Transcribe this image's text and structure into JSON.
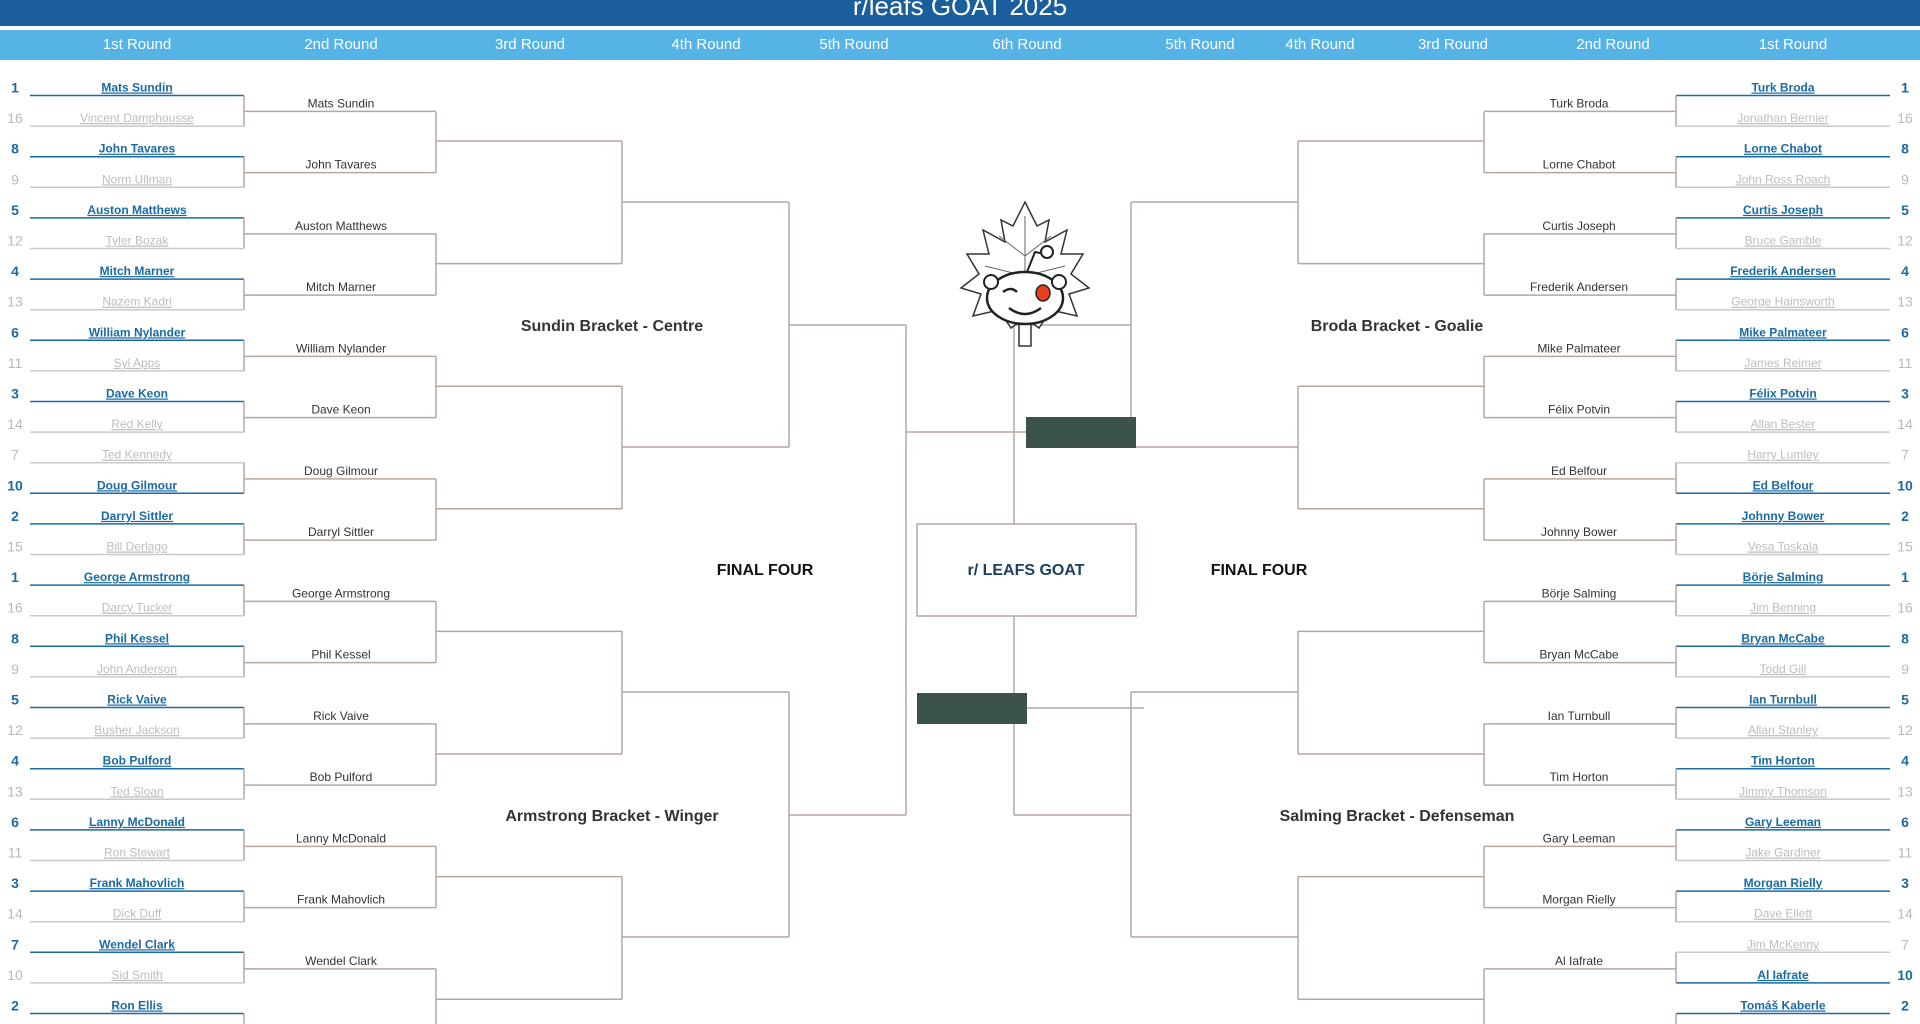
{
  "header": {
    "title": "r/leafs GOAT 2025"
  },
  "round_labels": {
    "left": [
      "1st Round",
      "2nd Round",
      "3rd Round",
      "4th Round",
      "5th Round"
    ],
    "center": "6th Round",
    "right": [
      "5th Round",
      "4th Round",
      "3rd Round",
      "2nd Round",
      "1st Round"
    ]
  },
  "regions": {
    "top_left": "Sundin Bracket - Centre",
    "bottom_left": "Armstrong Bracket - Winger",
    "top_right": "Broda Bracket - Goalie",
    "bottom_right": "Salming Bracket - Defenseman"
  },
  "final_four": {
    "left": "FINAL FOUR",
    "right": "FINAL FOUR"
  },
  "champion_box": {
    "label": "r/ LEAFS GOAT"
  },
  "colors": {
    "title_bar": "#1a5e9c",
    "round_bar": "#55b3e6",
    "winner_text": "#1a6aa3",
    "loser_text": "#bdbdbd",
    "bracket_line": "#b5a7a0",
    "finalist_box": "#3b524d"
  },
  "logo": {
    "icon": "reddit-snoo-maple-leaf-icon"
  },
  "sides": {
    "left": {
      "round1": [
        [
          {
            "seed": "1",
            "name": "Mats Sundin",
            "win": true
          },
          {
            "seed": "16",
            "name": "Vincent Damphousse",
            "win": false
          }
        ],
        [
          {
            "seed": "8",
            "name": "John Tavares",
            "win": true
          },
          {
            "seed": "9",
            "name": "Norm Ullman",
            "win": false
          }
        ],
        [
          {
            "seed": "5",
            "name": "Auston Matthews",
            "win": true
          },
          {
            "seed": "12",
            "name": "Tyler Bozak",
            "win": false
          }
        ],
        [
          {
            "seed": "4",
            "name": "Mitch Marner",
            "win": true
          },
          {
            "seed": "13",
            "name": "Nazem Kadri",
            "win": false
          }
        ],
        [
          {
            "seed": "6",
            "name": "William Nylander",
            "win": true
          },
          {
            "seed": "11",
            "name": "Syl Apps",
            "win": false
          }
        ],
        [
          {
            "seed": "3",
            "name": "Dave Keon",
            "win": true
          },
          {
            "seed": "14",
            "name": "Red Kelly",
            "win": false
          }
        ],
        [
          {
            "seed": "7",
            "name": "Ted Kennedy",
            "win": false
          },
          {
            "seed": "10",
            "name": "Doug Gilmour",
            "win": true
          }
        ],
        [
          {
            "seed": "2",
            "name": "Darryl Sittler",
            "win": true
          },
          {
            "seed": "15",
            "name": "Bill Derlago",
            "win": false
          }
        ],
        [
          {
            "seed": "1",
            "name": "George Armstrong",
            "win": true
          },
          {
            "seed": "16",
            "name": "Darcy Tucker",
            "win": false
          }
        ],
        [
          {
            "seed": "8",
            "name": "Phil Kessel",
            "win": true
          },
          {
            "seed": "9",
            "name": "John Anderson",
            "win": false
          }
        ],
        [
          {
            "seed": "5",
            "name": "Rick Vaive",
            "win": true
          },
          {
            "seed": "12",
            "name": "Busher Jackson",
            "win": false
          }
        ],
        [
          {
            "seed": "4",
            "name": "Bob Pulford",
            "win": true
          },
          {
            "seed": "13",
            "name": "Ted Sloan",
            "win": false
          }
        ],
        [
          {
            "seed": "6",
            "name": "Lanny McDonald",
            "win": true
          },
          {
            "seed": "11",
            "name": "Ron Stewart",
            "win": false
          }
        ],
        [
          {
            "seed": "3",
            "name": "Frank Mahovlich",
            "win": true
          },
          {
            "seed": "14",
            "name": "Dick Duff",
            "win": false
          }
        ],
        [
          {
            "seed": "7",
            "name": "Wendel Clark",
            "win": true
          },
          {
            "seed": "10",
            "name": "Sid Smith",
            "win": false
          }
        ],
        [
          {
            "seed": "2",
            "name": "Ron Ellis",
            "win": true
          }
        ]
      ],
      "round2": [
        "Mats Sundin",
        "John Tavares",
        "Auston Matthews",
        "Mitch Marner",
        "William Nylander",
        "Dave Keon",
        "Doug Gilmour",
        "Darryl Sittler",
        "George Armstrong",
        "Phil Kessel",
        "Rick Vaive",
        "Bob Pulford",
        "Lanny McDonald",
        "Frank Mahovlich",
        "Wendel Clark",
        "Ron Ellis"
      ]
    },
    "right": {
      "round1": [
        [
          {
            "seed": "1",
            "name": "Turk Broda",
            "win": true
          },
          {
            "seed": "16",
            "name": "Jonathan Bernier",
            "win": false
          }
        ],
        [
          {
            "seed": "8",
            "name": "Lorne Chabot",
            "win": true
          },
          {
            "seed": "9",
            "name": "John Ross Roach",
            "win": false
          }
        ],
        [
          {
            "seed": "5",
            "name": "Curtis Joseph",
            "win": true
          },
          {
            "seed": "12",
            "name": "Bruce Gamble",
            "win": false
          }
        ],
        [
          {
            "seed": "4",
            "name": "Frederik Andersen",
            "win": true
          },
          {
            "seed": "13",
            "name": "George Hainsworth",
            "win": false
          }
        ],
        [
          {
            "seed": "6",
            "name": "Mike Palmateer",
            "win": true
          },
          {
            "seed": "11",
            "name": "James Reimer",
            "win": false
          }
        ],
        [
          {
            "seed": "3",
            "name": "Félix Potvin",
            "win": true
          },
          {
            "seed": "14",
            "name": "Allan Bester",
            "win": false
          }
        ],
        [
          {
            "seed": "7",
            "name": "Harry Lumley",
            "win": false
          },
          {
            "seed": "10",
            "name": "Ed Belfour",
            "win": true
          }
        ],
        [
          {
            "seed": "2",
            "name": "Johnny Bower",
            "win": true
          },
          {
            "seed": "15",
            "name": "Vesa Toskala",
            "win": false
          }
        ],
        [
          {
            "seed": "1",
            "name": "Börje Salming",
            "win": true
          },
          {
            "seed": "16",
            "name": "Jim Benning",
            "win": false
          }
        ],
        [
          {
            "seed": "8",
            "name": "Bryan McCabe",
            "win": true
          },
          {
            "seed": "9",
            "name": "Todd Gill",
            "win": false
          }
        ],
        [
          {
            "seed": "5",
            "name": "Ian Turnbull",
            "win": true
          },
          {
            "seed": "12",
            "name": "Allan Stanley",
            "win": false
          }
        ],
        [
          {
            "seed": "4",
            "name": "Tim Horton",
            "win": true
          },
          {
            "seed": "13",
            "name": "Jimmy Thomson",
            "win": false
          }
        ],
        [
          {
            "seed": "6",
            "name": "Gary Leeman",
            "win": true
          },
          {
            "seed": "11",
            "name": "Jake Gardiner",
            "win": false
          }
        ],
        [
          {
            "seed": "3",
            "name": "Morgan Rielly",
            "win": true
          },
          {
            "seed": "14",
            "name": "Dave Ellett",
            "win": false
          }
        ],
        [
          {
            "seed": "7",
            "name": "Jim McKenny",
            "win": false
          },
          {
            "seed": "10",
            "name": "Al Iafrate",
            "win": true
          }
        ],
        [
          {
            "seed": "2",
            "name": "Tomáš Kaberle",
            "win": true
          }
        ]
      ],
      "round2": [
        "Turk Broda",
        "Lorne Chabot",
        "Curtis Joseph",
        "Frederik Andersen",
        "Mike Palmateer",
        "Félix Potvin",
        "Ed Belfour",
        "Johnny Bower",
        "Börje Salming",
        "Bryan McCabe",
        "Ian Turnbull",
        "Tim Horton",
        "Gary Leeman",
        "Morgan Rielly",
        "Al Iafrate",
        "Tomáš Kaberle"
      ]
    }
  }
}
